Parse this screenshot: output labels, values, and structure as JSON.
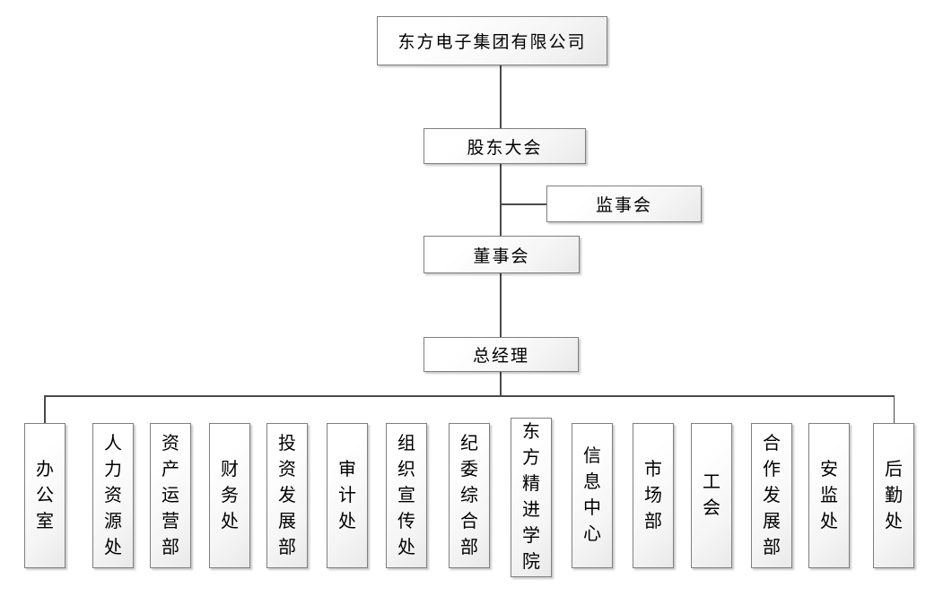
{
  "diagram": {
    "type": "org-chart",
    "nodes": {
      "company": "东方电子集团有限公司",
      "shareholders": "股东大会",
      "supervisory": "监事会",
      "board": "董事会",
      "gm": "总经理"
    },
    "departments": [
      "办公室",
      "人力资源处",
      "资产运营部",
      "财务处",
      "投资发展部",
      "审计处",
      "组织宣传处",
      "纪委综合部",
      "东方精进学院",
      "信息中心",
      "市场部",
      "工会",
      "合作发展部",
      "安监处",
      "后勤处"
    ],
    "colors": {
      "background": "#ffffff",
      "box_border": "#7f7f7f",
      "box_fill_top": "#ffffff",
      "box_fill_bottom": "#e9e9e9",
      "connector": "#4a4a4a",
      "text": "#000000"
    }
  }
}
